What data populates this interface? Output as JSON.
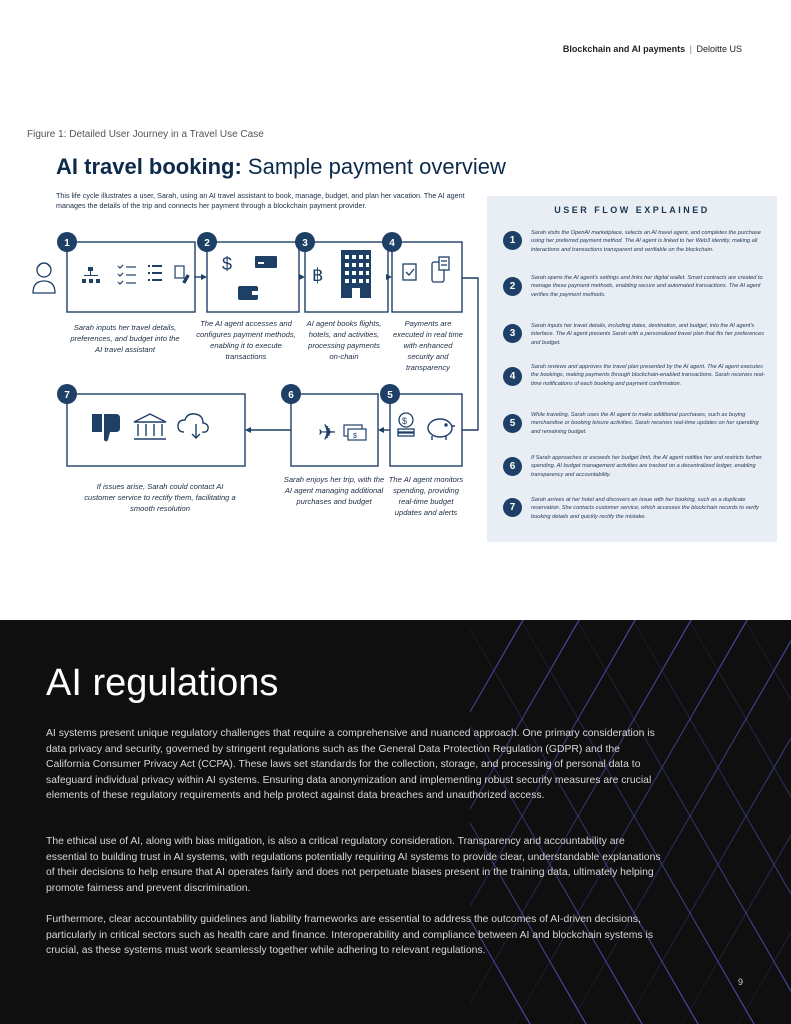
{
  "header": {
    "title": "Blockchain and AI payments",
    "separator": "|",
    "org": "Deloitte US"
  },
  "figure": {
    "caption": "Figure 1: Detailed User Journey in a Travel Use Case",
    "title_bold": "AI travel booking:",
    "title_rest": " Sample payment overview",
    "intro": "This life cycle illustrates a user, Sarah, using an AI travel assistant to book, manage, budget, and plan her vacation. The AI agent manages the details of the trip and connects her payment through a blockchain payment provider.",
    "steps": [
      {
        "num": "1",
        "text": "Sarah inputs her travel details, preferences, and budget into the AI travel assistant"
      },
      {
        "num": "2",
        "text": "The AI agent accesses and configures payment methods, enabling it to execute transactions"
      },
      {
        "num": "3",
        "text": "AI agent books flights, hotels, and activities, processing payments on-chain"
      },
      {
        "num": "4",
        "text": "Payments are executed in real time with enhanced security and transparency"
      },
      {
        "num": "5",
        "text": "The AI agent monitors spending, providing real-time budget updates and alerts"
      },
      {
        "num": "6",
        "text": "Sarah enjoys her trip, with the AI agent managing additional purchases and budget"
      },
      {
        "num": "7",
        "text": "If issues arise, Sarah could contact AI customer service to rectify them, facilitating a smooth resolution"
      }
    ],
    "user_flow": {
      "title": "USER FLOW EXPLAINED",
      "items": [
        {
          "num": "1",
          "text": "Sarah visits the OpenAI marketplace, selects an AI travel agent, and completes the purchase using her preferred payment method. The AI agent is linked to her Web3 identity, making all interactions and transactions transparent and verifiable on the blockchain."
        },
        {
          "num": "2",
          "text": "Sarah opens the AI agent's settings and links her digital wallet. Smart contracts are created to manage these payment methods, enabling secure and automated transactions. The AI agent verifies the payment methods."
        },
        {
          "num": "3",
          "text": "Sarah inputs her travel details, including dates, destination, and budget, into the AI agent's interface. The AI agent presents Sarah with a personalized travel plan that fits her preferences and budget."
        },
        {
          "num": "4",
          "text": "Sarah reviews and approves the travel plan presented by the AI agent. The AI agent executes the bookings, making payments through blockchain-enabled transactions. Sarah receives real-time notifications of each booking and payment confirmation."
        },
        {
          "num": "5",
          "text": "While traveling, Sarah uses the AI agent to make additional purchases, such as buying merchandise or booking leisure activities. Sarah receives real-time updates on her spending and remaining budget."
        },
        {
          "num": "6",
          "text": "If Sarah approaches or exceeds her budget limit, the AI agent notifies her and restricts further spending. AI budget management activities are tracked on a decentralized ledger, enabling transparency and accountability."
        },
        {
          "num": "7",
          "text": "Sarah arrives at her hotel and discovers an issue with her booking, such as a duplicate reservation. She contacts customer service, which accesses the blockchain records to verify booking details and quickly rectify the mistake."
        }
      ]
    }
  },
  "regulations": {
    "title": "AI regulations",
    "paragraphs": [
      "AI systems present unique regulatory challenges that require a comprehensive and nuanced approach. One primary consideration is data privacy and security, governed by stringent regulations such as the General Data Protection Regulation (GDPR) and the California Consumer Privacy Act (CCPA). These laws set standards for the collection, storage, and processing of personal data to safeguard individual privacy within AI systems. Ensuring data anonymization and implementing robust security measures are crucial elements of these regulatory requirements and help protect against data breaches and unauthorized access.",
      "The ethical use of AI, along with bias mitigation, is also a critical regulatory consideration. Transparency and accountability are essential to building trust in AI systems, with regulations potentially requiring AI systems to provide clear, understandable explanations of their decisions to help ensure that AI operates fairly and does not perpetuate biases present in the training data, ultimately helping promote fairness and prevent discrimination.",
      "Furthermore, clear accountability guidelines and liability frameworks are essential to address the outcomes of AI-driven decisions, particularly in critical sectors such as health care and finance. Interoperability and compliance between AI and blockchain systems is crucial, as these systems must work seamlessly together while adhering to relevant regulations."
    ]
  },
  "page_number": "9",
  "colors": {
    "navy": "#1e3f66",
    "title_navy": "#0d2a4a",
    "panel": "#e8eef3",
    "dark_bg": "#0f0f10",
    "triangle_line": "#4b55b8"
  }
}
